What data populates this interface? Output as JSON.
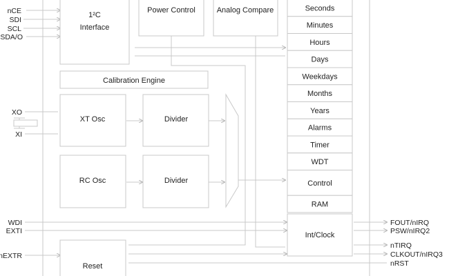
{
  "blocks": {
    "i2c_line1": "1²C",
    "i2c_line2": "Interface",
    "power_control": "Power Control",
    "analog_compare": "Analog Compare",
    "calibration_engine": "Calibration Engine",
    "xt_osc": "XT Osc",
    "rc_osc": "RC Osc",
    "divider_1": "Divider",
    "divider_2": "Divider",
    "reset": "Reset",
    "int_clock": "Int/Clock"
  },
  "registers": [
    "Seconds",
    "Minutes",
    "Hours",
    "Days",
    "Weekdays",
    "Months",
    "Years",
    "Alarms",
    "Timer",
    "WDT",
    "Control",
    "RAM"
  ],
  "left_pins": {
    "nce": "nCE",
    "sdi": "SDI",
    "scl": "SCL",
    "sda_o": "SDA/O",
    "xo": "XO",
    "xi": "XI",
    "wdi": "WDI",
    "exti": "EXTI",
    "nextr": "nEXTR"
  },
  "right_pins": {
    "fout": "FOUT/nIRQ",
    "psw": "PSW/nIRQ2",
    "ntirq": "nTIRQ",
    "clkout": "CLKOUT/nIRQ3",
    "nrst": "nRST"
  }
}
